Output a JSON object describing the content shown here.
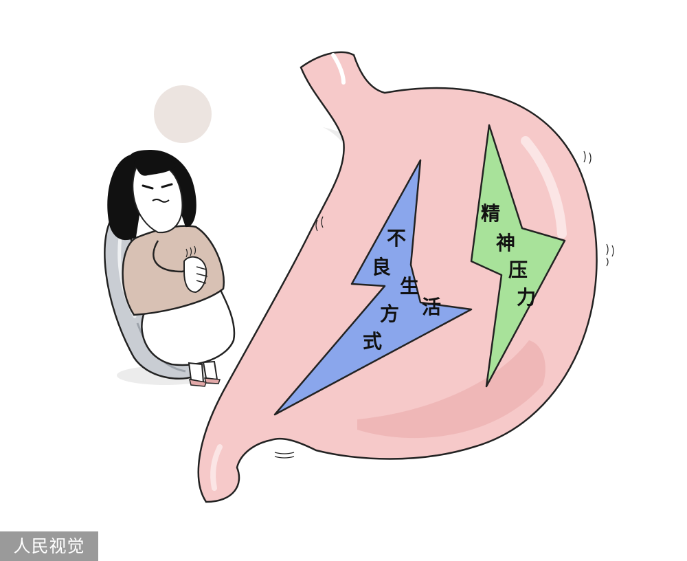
{
  "illustration": {
    "left_bolt": {
      "label_chars": [
        "不",
        "良",
        "生",
        "活",
        "方",
        "式"
      ],
      "color": "#8aa6ec"
    },
    "right_bolt": {
      "label_chars": [
        "精",
        "神",
        "压",
        "力"
      ],
      "color": "#a8e29a"
    },
    "stomach_color": "#f6c9c9",
    "chair_color": "#c9cdd3",
    "sweater_color": "#d8c1b4",
    "hair_color": "#111111",
    "sun_color": "#ece4e0"
  },
  "watermark": {
    "text": "人民视觉",
    "background": "#9a9a9a"
  }
}
